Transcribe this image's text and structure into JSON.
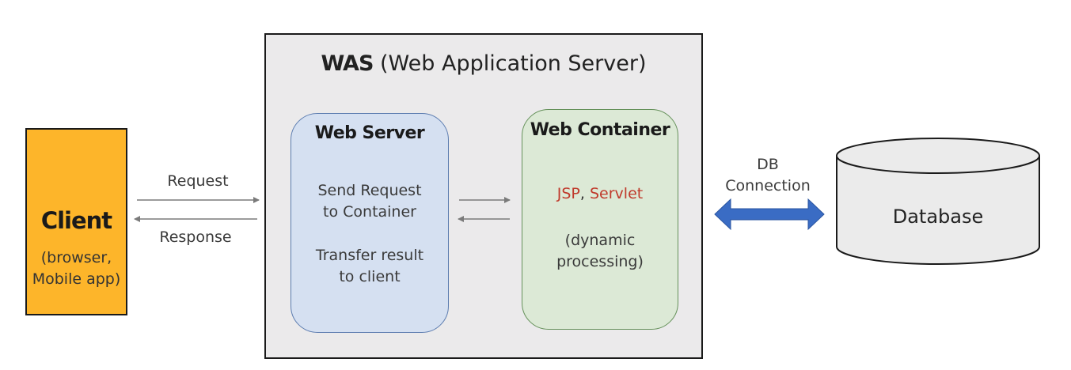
{
  "client": {
    "title": "Client",
    "subtitle_line1": "(browser,",
    "subtitle_line2": "Mobile app)"
  },
  "flows": {
    "request": "Request",
    "response": "Response"
  },
  "was": {
    "title_abbr": "WAS",
    "title_full": "(Web Application Server)"
  },
  "web_server": {
    "title": "Web Server",
    "line1": "Send Request",
    "line2": "to Container",
    "line3": "Transfer result",
    "line4": "to client"
  },
  "web_container": {
    "title": "Web Container",
    "jsp": "JSP",
    "separator": ",",
    "servlet": "Servlet",
    "line1": "(dynamic",
    "line2": "processing)"
  },
  "db_connection": {
    "line1": "DB",
    "line2": "Connection"
  },
  "database": {
    "label": "Database"
  },
  "colors": {
    "client_fill": "#fdb52a",
    "was_fill": "#ebeaeb",
    "web_server_fill": "#d5e0f1",
    "web_container_fill": "#dce9d6",
    "db_arrow": "#3a6cc4",
    "highlight_text": "#c0392b"
  }
}
